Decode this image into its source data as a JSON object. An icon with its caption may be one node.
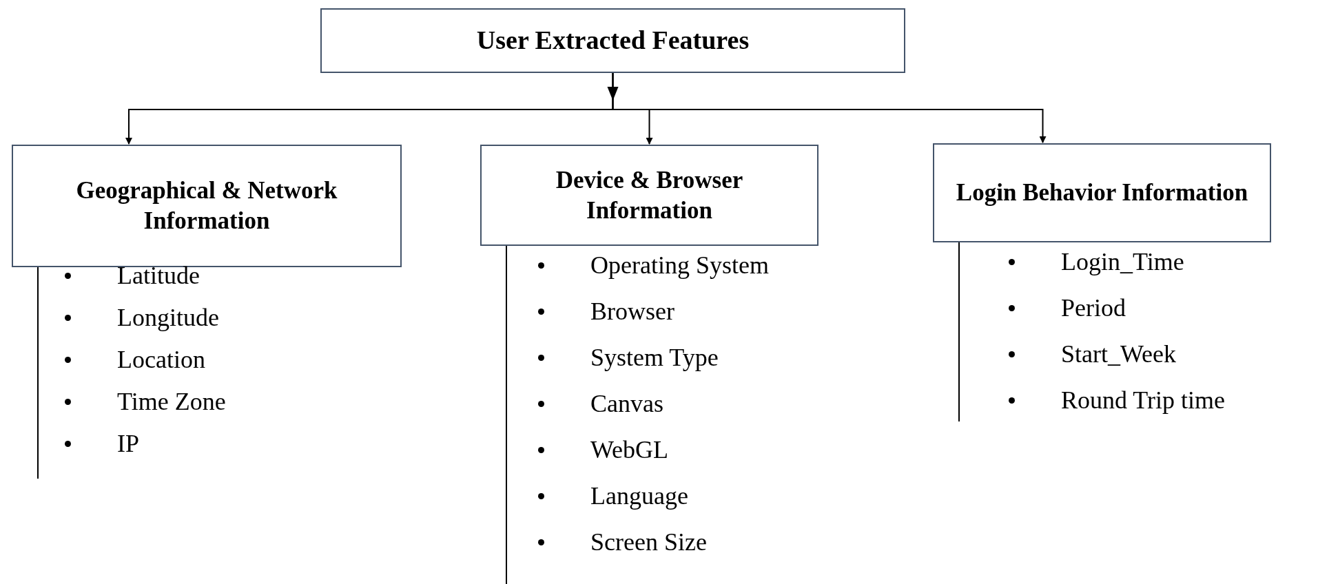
{
  "diagram": {
    "nodes": [
      {
        "text": [
          "User Extracted Features"
        ]
      },
      {
        "text": [
          "Geographical & Network Information"
        ],
        "beside": [
          "Latitude",
          "Longitude",
          "Location",
          "Time Zone",
          "IP"
        ]
      },
      {
        "text": [
          "Device & Browser Information"
        ],
        "beside": [
          "Operating System",
          "Browser",
          "System Type",
          "Canvas",
          "WebGL",
          "Language",
          "Screen Size"
        ]
      },
      {
        "text": [
          "Login Behavior Information"
        ],
        "beside": [
          "Login_Time",
          "Period",
          "Start_Week",
          "Round Trip time"
        ]
      }
    ],
    "edges": [
      {
        "from": 0,
        "to": 1,
        "arrow": "to"
      },
      {
        "from": 0,
        "to": 2,
        "arrow": "to"
      },
      {
        "from": 0,
        "to": 3,
        "arrow": "to"
      }
    ]
  }
}
